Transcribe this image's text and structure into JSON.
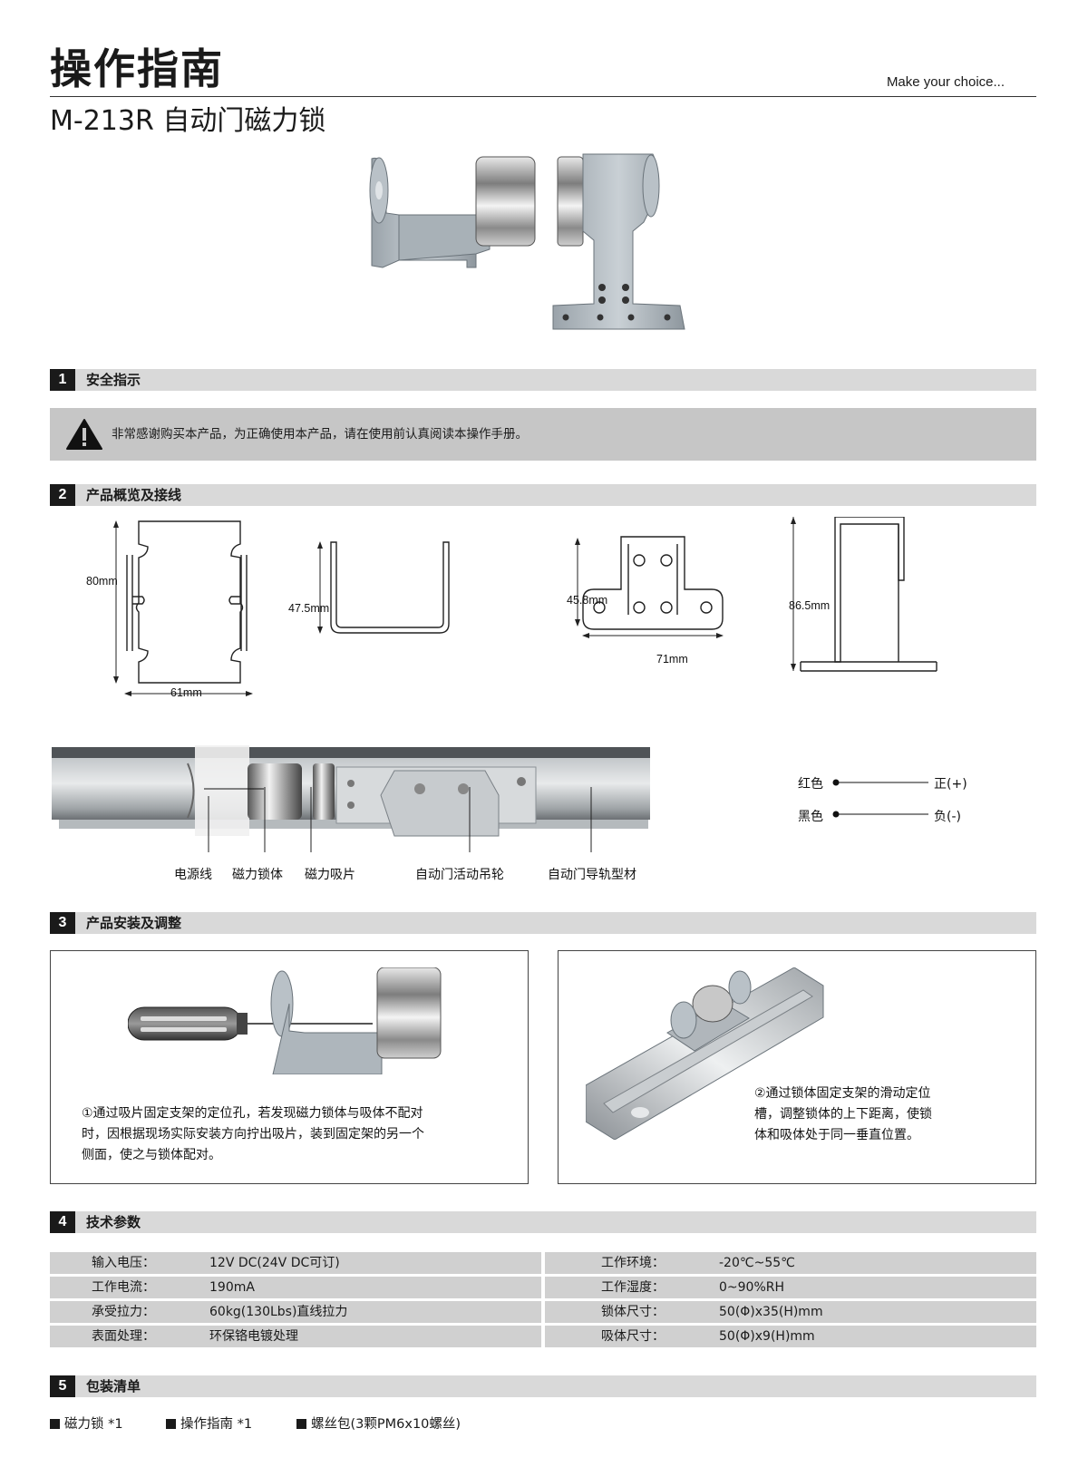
{
  "header": {
    "title": "操作指南",
    "tagline": "Make  your choice...",
    "subtitle": "M-213R 自动门磁力锁"
  },
  "sections": [
    {
      "num": "1",
      "title": "安全指示"
    },
    {
      "num": "2",
      "title": "产品概览及接线"
    },
    {
      "num": "3",
      "title": "产品安装及调整"
    },
    {
      "num": "4",
      "title": "技术参数"
    },
    {
      "num": "5",
      "title": "包装清单"
    }
  ],
  "safety": {
    "text": "非常感谢购买本产品，为正确使用本产品，请在使用前认真阅读本操作手册。"
  },
  "dimensions": {
    "d1_height": "80mm",
    "d1_width": "61mm",
    "d2_height": "47.5mm",
    "d3_height": "45.8mm",
    "d3_width": "71mm",
    "d4_height": "86.5mm"
  },
  "wiring": {
    "red": "红色",
    "positive": "正(+)",
    "black": "黑色",
    "negative": "负(-)"
  },
  "callouts": [
    "电源线",
    "磁力锁体",
    "磁力吸片",
    "自动门活动吊轮",
    "自动门导轨型材"
  ],
  "install": {
    "step1": [
      "①通过吸片固定支架的定位孔，若发现磁力锁体与吸体不配对",
      "时，因根据现场实际安装方向拧出吸片，装到固定架的另一个",
      "侧面，使之与锁体配对。"
    ],
    "step2": [
      "②通过锁体固定支架的滑动定位",
      "槽，调整锁体的上下距离，使锁",
      "体和吸体处于同一垂直位置。"
    ]
  },
  "specs": {
    "left": [
      {
        "label": "输入电压：",
        "value": "12V DC(24V DC可订)"
      },
      {
        "label": "工作电流：",
        "value": "190mA"
      },
      {
        "label": "承受拉力：",
        "value": "60kg(130Lbs)直线拉力"
      },
      {
        "label": "表面处理：",
        "value": "环保铬电镀处理"
      }
    ],
    "right": [
      {
        "label": "工作环境：",
        "value": "-20℃~55℃"
      },
      {
        "label": "工作湿度：",
        "value": "0~90%RH"
      },
      {
        "label": "锁体尺寸：",
        "value": "50(Φ)x35(H)mm"
      },
      {
        "label": "吸体尺寸：",
        "value": "50(Φ)x9(H)mm"
      }
    ]
  },
  "package": [
    "磁力锁 *1",
    "操作指南 *1",
    "螺丝包(3颗PM6x10螺丝)"
  ]
}
